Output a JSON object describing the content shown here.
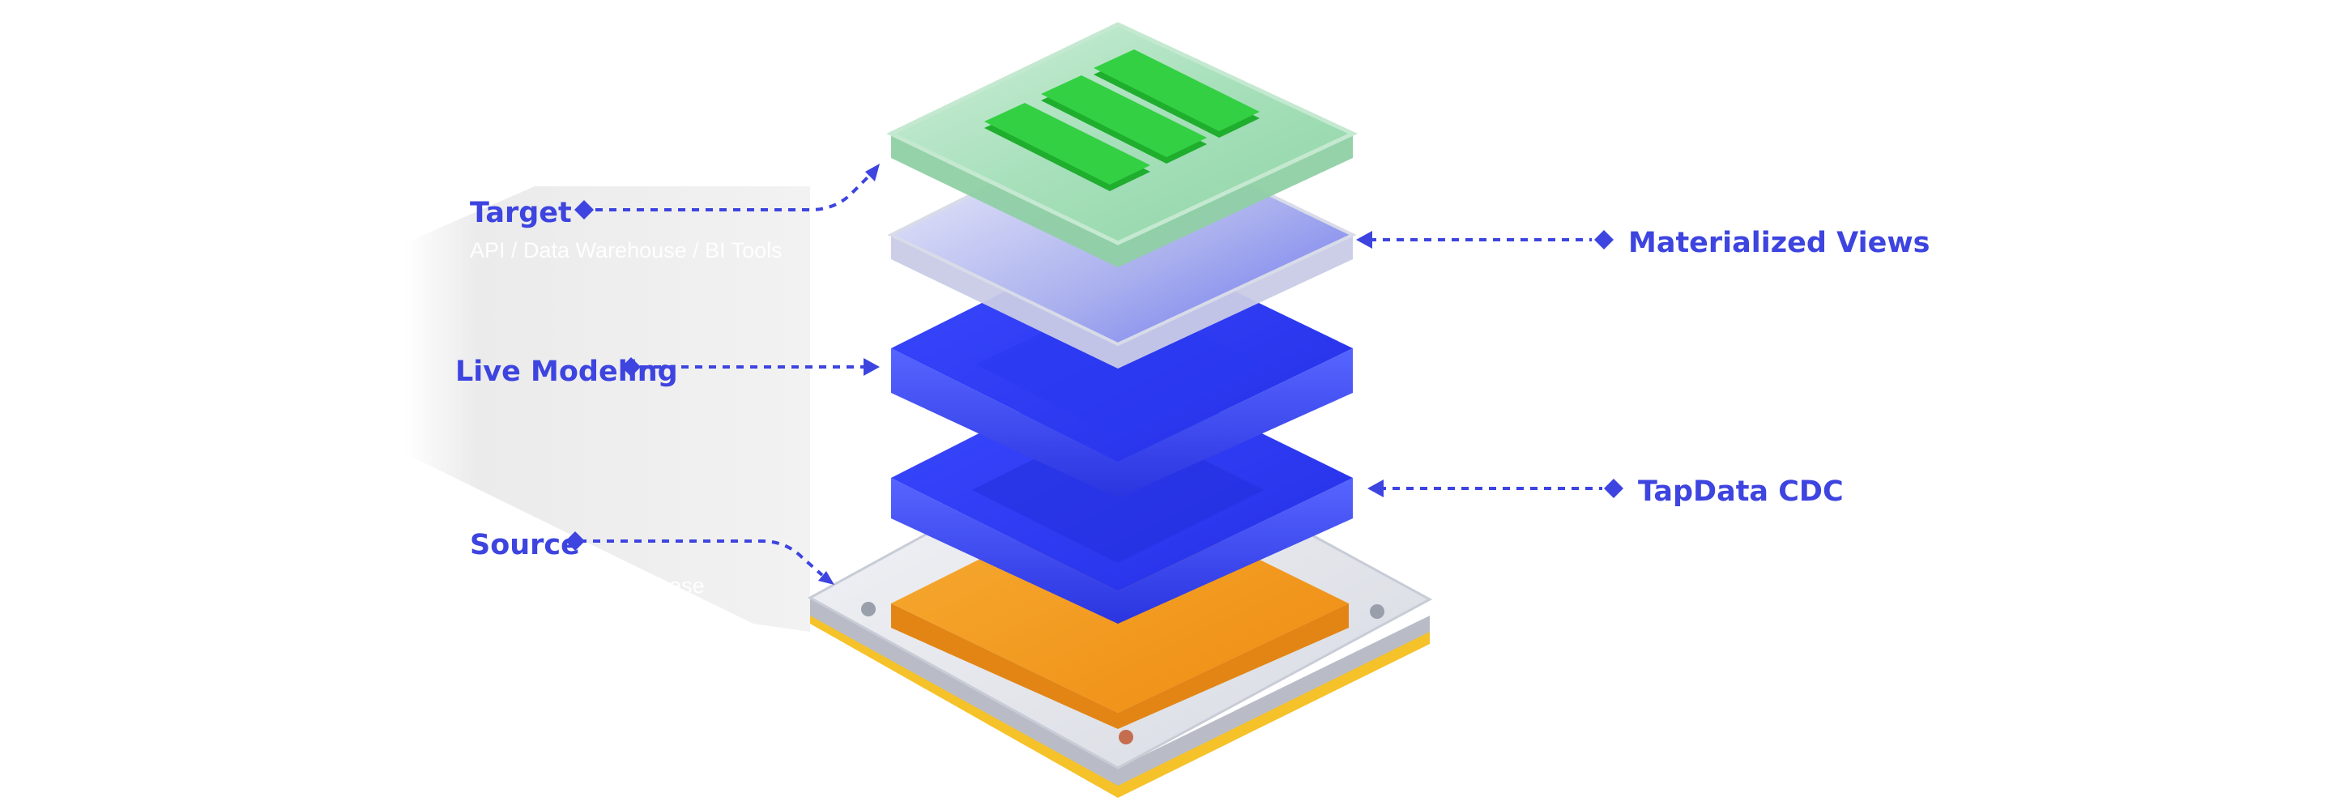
{
  "layers": {
    "target": {
      "title": "Target",
      "subtitle": "API / Data Warehouse / BI Tools"
    },
    "materialized": {
      "title": "Materialized Views"
    },
    "live_modeling": {
      "title": "Live Modeling"
    },
    "cdc": {
      "title": "TapData CDC"
    },
    "source": {
      "title": "Source",
      "subtitle": "Oracle, MySQL, Sybase"
    }
  },
  "colors": {
    "accent": "#3d44df",
    "target_slab": "#a9e2bf",
    "target_blocks": "#2ccb3a",
    "glass_slab": "#e4e6f2",
    "blue_slab": "#2f3cf2",
    "orange_slab": "#f49a1c",
    "base_plate": "#dfe2e9",
    "base_rim": "#f4c427",
    "shadow": "#ececec"
  },
  "icons": [
    "diamond-marker",
    "arrow-head"
  ]
}
